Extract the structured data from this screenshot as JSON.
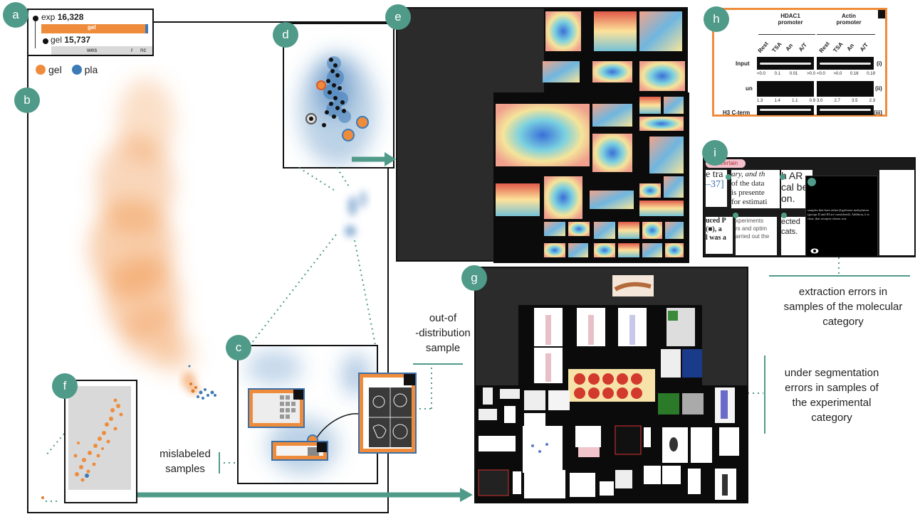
{
  "badges": {
    "a": "a",
    "b": "b",
    "c": "c",
    "d": "d",
    "e": "e",
    "f": "f",
    "g": "g",
    "h": "h",
    "i": "i"
  },
  "tree": {
    "root_label": "exp",
    "root_count": "16,328",
    "bar1_label": "gel",
    "child_label": "gel",
    "child_count": "15,737",
    "sub_labels": [
      "wes",
      "r",
      "nc"
    ]
  },
  "legend": [
    {
      "label": "gel",
      "color": "#ef8c3c"
    },
    {
      "label": "pla",
      "color": "#3d7ab8"
    }
  ],
  "annotations": {
    "mislabeled": "mislabeled\nsamples",
    "ood": "out-of\n-distribution\nsample",
    "molecular": "extraction errors in\nsamples of the molecular\ncategory",
    "experimental": "under segmentation\nerrors in samples of\nthe experimental\ncategory"
  },
  "blot_h": {
    "col1_title": "HDAC1\npromoter",
    "col2_title": "Actin\npromoter",
    "lanes": [
      "Rest",
      "TSA",
      "An",
      "A/T",
      "Rest",
      "TSA",
      "An",
      "A/T"
    ],
    "rows": [
      "Input",
      "un",
      "H3 C-term"
    ],
    "row_marks": [
      "(i)",
      "(ii)",
      "(iii)"
    ],
    "vals1a": [
      "<0.0",
      "0.1",
      "0.01",
      ">0.0"
    ],
    "vals1b": [
      "<0.0",
      ">0.0",
      "0.16",
      "0.19"
    ],
    "vals2a": [
      "1.3",
      "1.4",
      "1.1",
      "0.9"
    ],
    "vals2b": [
      "3.0",
      "2.7",
      "3.5",
      "2.3"
    ]
  },
  "doc_i": {
    "tag": "Uncertain",
    "lines_left": [
      "e tra",
      "–37]",
      "uced P",
      "(■), a",
      "l was a"
    ],
    "lines_mid": [
      "ary, and th",
      "of the data",
      "is presente",
      "for estimati",
      "xperiments",
      "rs and optim",
      "arried out the"
    ],
    "lines_right": [
      "h AR",
      "cal be",
      "on.",
      "ected",
      "cats."
    ],
    "overlay_text": "samples that have either β-gal/zone methylation (groups II and III are considered). Addition, it is clear, that receptor-clones was"
  },
  "colors": {
    "orange": "#ef8c3c",
    "blue": "#3d7ab8",
    "teal": "#4f9a88",
    "dark": "#2b2b2b"
  }
}
